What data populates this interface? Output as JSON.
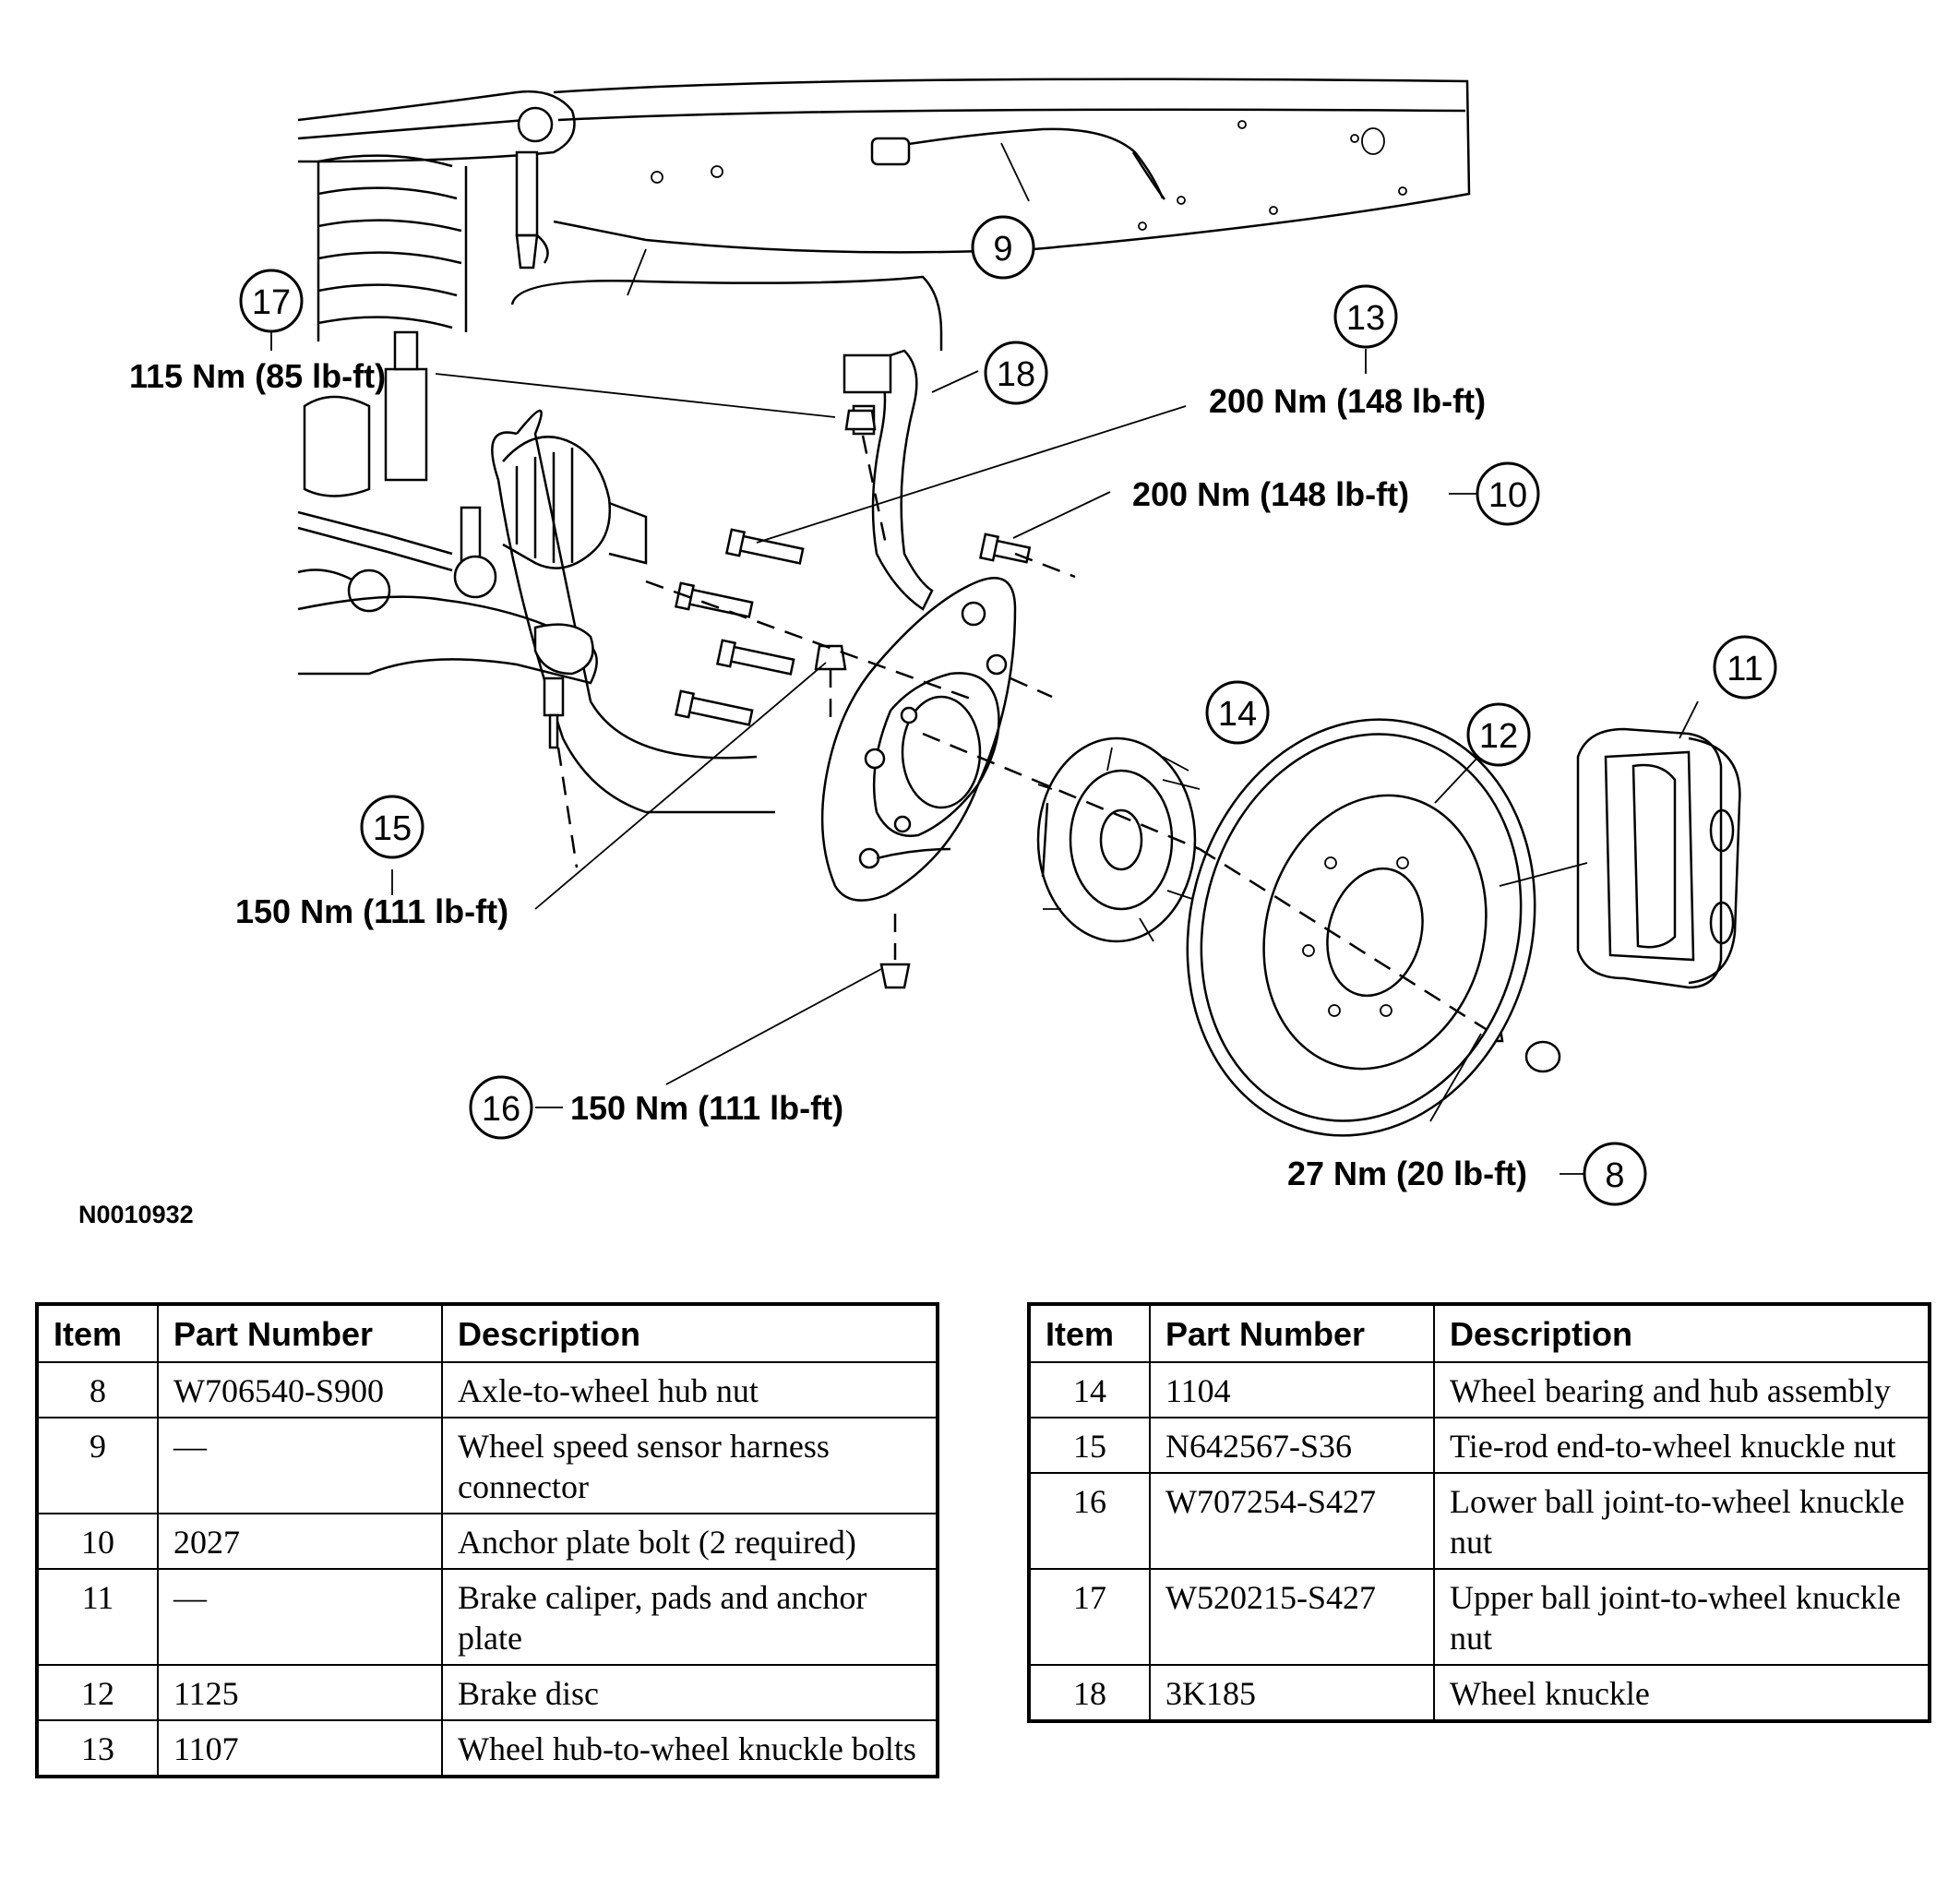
{
  "figure_id": "N0010932",
  "callouts": {
    "c8": {
      "num": "8",
      "torque": "27 Nm (20 lb-ft)"
    },
    "c9": {
      "num": "9"
    },
    "c10": {
      "num": "10",
      "torque": "200 Nm (148 lb-ft)"
    },
    "c11": {
      "num": "11"
    },
    "c12": {
      "num": "12"
    },
    "c13": {
      "num": "13",
      "torque": "200 Nm (148 lb-ft)"
    },
    "c14": {
      "num": "14"
    },
    "c15": {
      "num": "15",
      "torque": "150 Nm (111 lb-ft)"
    },
    "c16": {
      "num": "16",
      "torque": "150 Nm (111 lb-ft)"
    },
    "c17": {
      "num": "17",
      "torque": "115 Nm (85 lb-ft)"
    },
    "c18": {
      "num": "18"
    }
  },
  "table_headers": {
    "item": "Item",
    "part_number": "Part Number",
    "description": "Description"
  },
  "table_left": [
    {
      "item": "8",
      "part": "W706540-S900",
      "desc": "Axle-to-wheel hub nut"
    },
    {
      "item": "9",
      "part": "—",
      "desc": "Wheel speed sensor harness connector"
    },
    {
      "item": "10",
      "part": "2027",
      "desc": "Anchor plate bolt (2 required)"
    },
    {
      "item": "11",
      "part": "—",
      "desc": "Brake caliper, pads and anchor plate"
    },
    {
      "item": "12",
      "part": "1125",
      "desc": "Brake disc"
    },
    {
      "item": "13",
      "part": "1107",
      "desc": "Wheel hub-to-wheel knuckle bolts"
    }
  ],
  "table_right": [
    {
      "item": "14",
      "part": "1104",
      "desc": "Wheel bearing and hub assembly"
    },
    {
      "item": "15",
      "part": "N642567-S36",
      "desc": "Tie-rod end-to-wheel knuckle nut"
    },
    {
      "item": "16",
      "part": "W707254-S427",
      "desc": "Lower ball joint-to-wheel knuckle nut"
    },
    {
      "item": "17",
      "part": "W520215-S427",
      "desc": "Upper ball joint-to-wheel knuckle nut"
    },
    {
      "item": "18",
      "part": "3K185",
      "desc": "Wheel knuckle"
    }
  ]
}
